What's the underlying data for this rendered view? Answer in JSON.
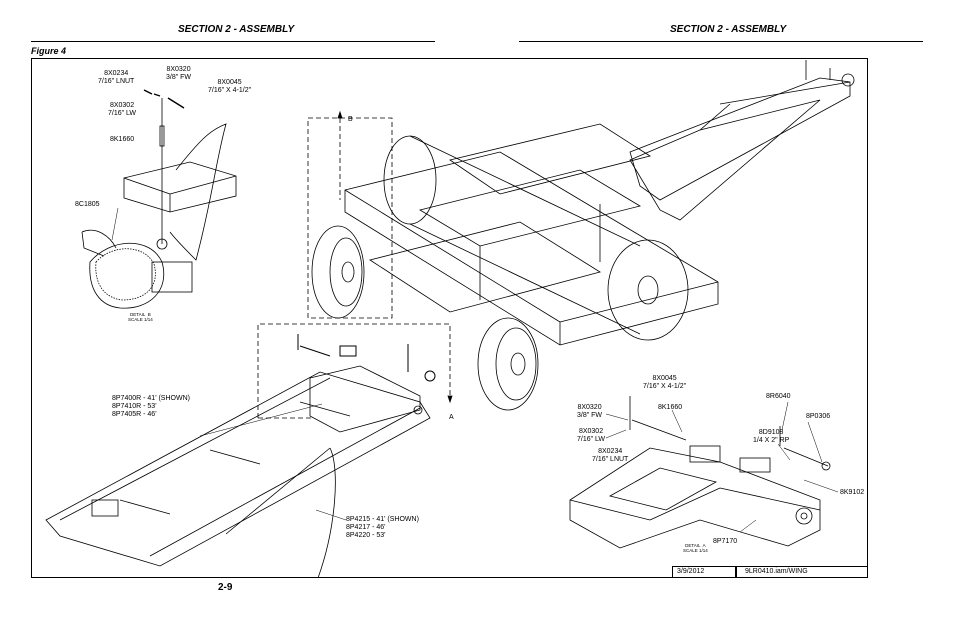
{
  "header": {
    "left_section": "SECTION 2 - ASSEMBLY",
    "right_section": "SECTION 2 - ASSEMBLY"
  },
  "figure_title": "Figure 4",
  "callouts": {
    "detail_b_nut": "8X0234\n7/16\" LNUT",
    "detail_b_fw": "8X0320\n3/8\" FW",
    "detail_b_bolt": "8X0045\n7/16\" X 4-1/2\"",
    "detail_b_lw": "8X0302\n7/16\" LW",
    "detail_b_pin": "8K1660",
    "detail_b_bracket": "8C1805",
    "frame_parts": "8P7400R - 41' (SHOWN)\n8P7410R - 53'\n8P7405R - 46'",
    "roller_parts": "8P4215 - 41' (SHOWN)\n8P4217 - 46'\n8P4220 - 53'",
    "detail_a_bolt": "8X0045\n7/16\" X 4-1/2\"",
    "detail_a_fw": "8X0320\n3/8\" FW",
    "detail_a_pin": "8K1660",
    "detail_a_lw": "8X0302\n7/16\" LW",
    "detail_a_nut": "8X0234\n7/16\" LNUT",
    "detail_a_r6040": "8R6040",
    "detail_a_rp": "8D9108\n1/4 X 2\" RP",
    "detail_a_p0306": "8P0306",
    "detail_a_k9102": "8K9102",
    "detail_a_p7170": "8P7170",
    "marker_a": "A",
    "marker_b": "B",
    "detail_b_caption": "DETAIL  B\nSCALE 1/14",
    "detail_a_caption": "DETAIL  A\nSCALE 1/14"
  },
  "page_number": "2-9",
  "title_block": {
    "date": "3/9/2012",
    "file": "9LR0410.iam/WING"
  }
}
